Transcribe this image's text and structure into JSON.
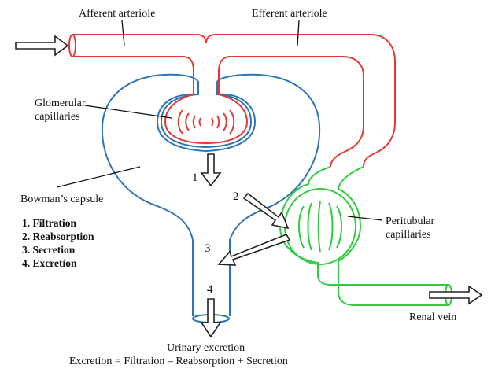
{
  "labels": {
    "afferent": "Afferent arteriole",
    "efferent": "Efferent arteriole",
    "glomerular_line1": "Glomerular",
    "glomerular_line2": "capillaries",
    "bowmans": "Bowman’s capsule",
    "peritubular_line1": "Peritubular",
    "peritubular_line2": "capillaries",
    "renal_vein": "Renal vein",
    "urinary_excretion": "Urinary excretion",
    "equation": "Excretion = Filtration – Reabsorption + Secretion"
  },
  "steps": [
    "1. Filtration",
    "2. Reabsorption",
    "3. Secretion",
    "4. Excretion"
  ],
  "arrow_numbers": [
    "1",
    "2",
    "3",
    "4"
  ],
  "colors": {
    "vessel_red": "#e53935",
    "capsule_blue": "#2f74b5",
    "peritubular_green": "#2ecc40",
    "arrow_black": "#222222"
  }
}
